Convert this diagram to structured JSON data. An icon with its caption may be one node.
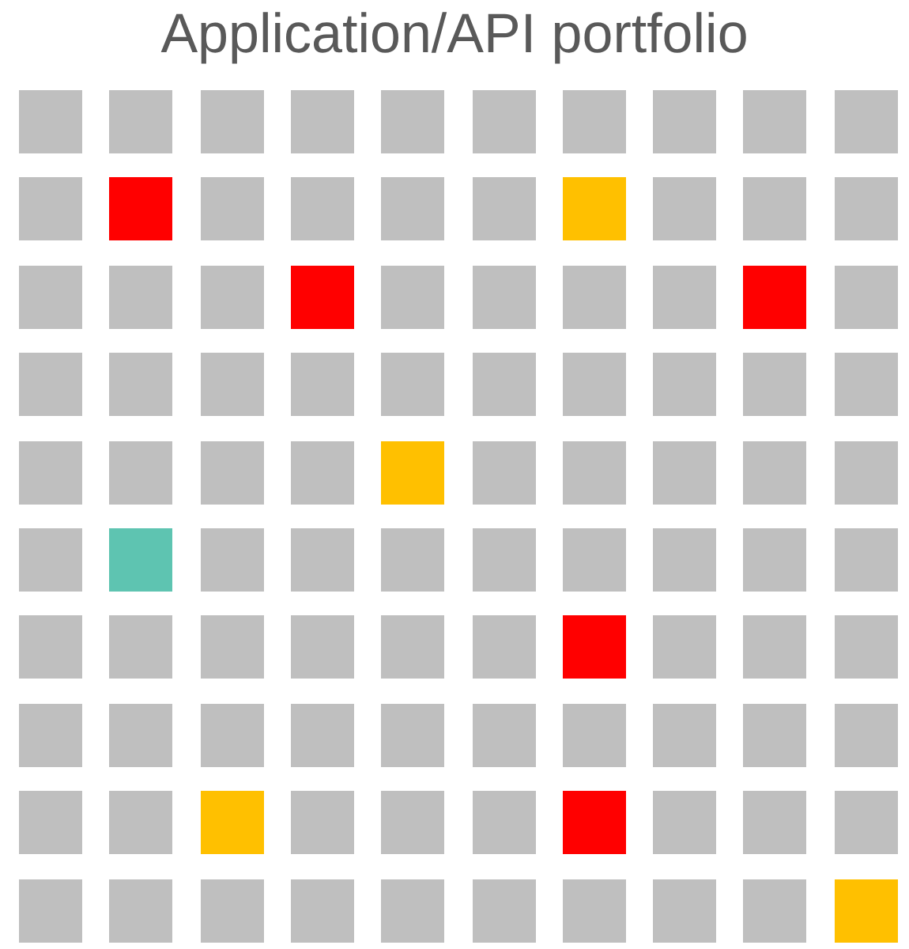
{
  "diagram": {
    "title": "Application/API portfolio",
    "nodes": [
      {
        "text": [],
        "shape": "box"
      },
      {
        "text": [],
        "shape": "box"
      },
      {
        "text": [],
        "shape": "box"
      },
      {
        "text": [],
        "shape": "box"
      },
      {
        "text": [],
        "shape": "box"
      },
      {
        "text": [],
        "shape": "box"
      },
      {
        "text": [],
        "shape": "box"
      },
      {
        "text": [],
        "shape": "box"
      },
      {
        "text": [],
        "shape": "box"
      },
      {
        "text": [],
        "shape": "box"
      },
      {
        "text": [],
        "shape": "box"
      },
      {
        "text": [],
        "shape": "box"
      },
      {
        "text": [],
        "shape": "box"
      },
      {
        "text": [],
        "shape": "box"
      },
      {
        "text": [],
        "shape": "box"
      },
      {
        "text": [],
        "shape": "box"
      },
      {
        "text": [],
        "shape": "box"
      },
      {
        "text": [],
        "shape": "box"
      },
      {
        "text": [],
        "shape": "box"
      },
      {
        "text": [],
        "shape": "box"
      },
      {
        "text": [],
        "shape": "box"
      },
      {
        "text": [],
        "shape": "box"
      },
      {
        "text": [],
        "shape": "box"
      },
      {
        "text": [],
        "shape": "box"
      },
      {
        "text": [],
        "shape": "box"
      },
      {
        "text": [],
        "shape": "box"
      },
      {
        "text": [],
        "shape": "box"
      },
      {
        "text": [],
        "shape": "box"
      },
      {
        "text": [],
        "shape": "box"
      },
      {
        "text": [],
        "shape": "box"
      },
      {
        "text": [],
        "shape": "box"
      },
      {
        "text": [],
        "shape": "box"
      },
      {
        "text": [],
        "shape": "box"
      },
      {
        "text": [],
        "shape": "box"
      },
      {
        "text": [],
        "shape": "box"
      },
      {
        "text": [],
        "shape": "box"
      },
      {
        "text": [],
        "shape": "box"
      },
      {
        "text": [],
        "shape": "box"
      },
      {
        "text": [],
        "shape": "box"
      },
      {
        "text": [],
        "shape": "box"
      },
      {
        "text": [],
        "shape": "box"
      },
      {
        "text": [],
        "shape": "box"
      },
      {
        "text": [],
        "shape": "box"
      },
      {
        "text": [],
        "shape": "box"
      },
      {
        "text": [],
        "shape": "box"
      },
      {
        "text": [],
        "shape": "box"
      },
      {
        "text": [],
        "shape": "box"
      },
      {
        "text": [],
        "shape": "box"
      },
      {
        "text": [],
        "shape": "box"
      },
      {
        "text": [],
        "shape": "box"
      },
      {
        "text": [],
        "shape": "box"
      },
      {
        "text": [],
        "shape": "box"
      },
      {
        "text": [],
        "shape": "box"
      },
      {
        "text": [],
        "shape": "box"
      },
      {
        "text": [],
        "shape": "box"
      },
      {
        "text": [],
        "shape": "box"
      },
      {
        "text": [],
        "shape": "box"
      },
      {
        "text": [],
        "shape": "box"
      },
      {
        "text": [],
        "shape": "box"
      },
      {
        "text": [],
        "shape": "box"
      },
      {
        "text": [],
        "shape": "box"
      },
      {
        "text": [],
        "shape": "box"
      },
      {
        "text": [],
        "shape": "box"
      },
      {
        "text": [],
        "shape": "box"
      },
      {
        "text": [],
        "shape": "box"
      },
      {
        "text": [],
        "shape": "box"
      },
      {
        "text": [],
        "shape": "box"
      },
      {
        "text": [],
        "shape": "box"
      },
      {
        "text": [],
        "shape": "box"
      },
      {
        "text": [],
        "shape": "box"
      },
      {
        "text": [],
        "shape": "box"
      },
      {
        "text": [],
        "shape": "box"
      },
      {
        "text": [],
        "shape": "box"
      },
      {
        "text": [],
        "shape": "box"
      },
      {
        "text": [],
        "shape": "box"
      },
      {
        "text": [],
        "shape": "box"
      },
      {
        "text": [],
        "shape": "box"
      },
      {
        "text": [],
        "shape": "box"
      },
      {
        "text": [],
        "shape": "box"
      },
      {
        "text": [],
        "shape": "box"
      },
      {
        "text": [],
        "shape": "box"
      },
      {
        "text": [],
        "shape": "box"
      },
      {
        "text": [],
        "shape": "box"
      },
      {
        "text": [],
        "shape": "box"
      },
      {
        "text": [],
        "shape": "box"
      },
      {
        "text": [],
        "shape": "box"
      },
      {
        "text": [],
        "shape": "box"
      },
      {
        "text": [],
        "shape": "box"
      },
      {
        "text": [],
        "shape": "box"
      },
      {
        "text": [],
        "shape": "box"
      },
      {
        "text": [],
        "shape": "box"
      },
      {
        "text": [],
        "shape": "box"
      },
      {
        "text": [],
        "shape": "box"
      },
      {
        "text": [],
        "shape": "box"
      },
      {
        "text": [],
        "shape": "box"
      },
      {
        "text": [],
        "shape": "box"
      },
      {
        "text": [],
        "shape": "box"
      },
      {
        "text": [],
        "shape": "box"
      },
      {
        "text": [],
        "shape": "box"
      },
      {
        "text": [],
        "shape": "box"
      }
    ]
  }
}
